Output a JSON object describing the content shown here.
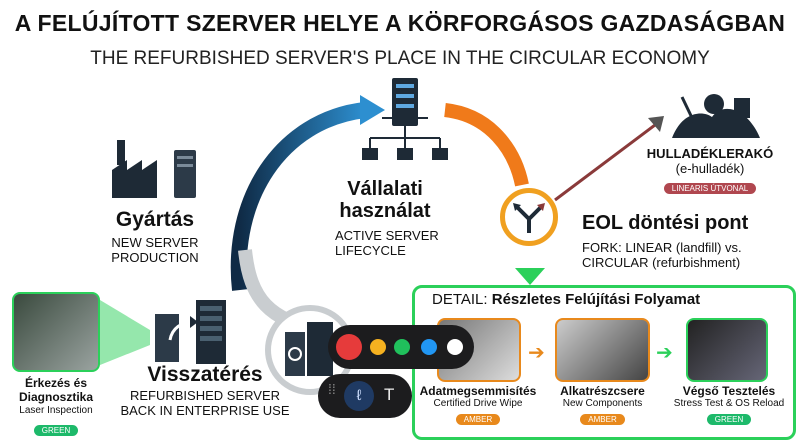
{
  "title": "A FELÚJÍTOTT SZERVER HELYE A KÖRFORGÁSOS GAZDASÁGBAN",
  "subtitle": "THE REFURBISHED SERVER'S PLACE IN THE CIRCULAR ECONOMY",
  "stages": {
    "production": {
      "title": "Gyártás",
      "line1": "NEW SERVER",
      "line2": "PRODUCTION"
    },
    "usage": {
      "title1": "Vállalati",
      "title2": "használat",
      "line1": "ACTIVE SERVER",
      "line2": "LIFECYCLE"
    },
    "eol": {
      "title": "EOL döntési pont",
      "line1": "FORK: LINEAR (landfill) vs.",
      "line2": "CIRCULAR (refurbishment)"
    },
    "landfill": {
      "title": "HULLADÉKLERAKÓ",
      "subtitle": "(e-hulladék)",
      "badge": "LINEARIS ÚTVONAL"
    },
    "return": {
      "title": "Visszatérés",
      "line1": "REFURBISHED SERVER",
      "line2": "BACK IN ENTERPRISE USE"
    },
    "arrival": {
      "title1": "Érkezés és",
      "title2": "Diagnosztika",
      "line": "Laser Inspection",
      "badge": "GREEN"
    }
  },
  "detail": {
    "prefix": "DETAIL:",
    "title": "Részletes Felújítási Folyamat",
    "steps": [
      {
        "title": "Adatmegsemmisítés",
        "line": "Certified Drive Wipe",
        "badge": "AMBER"
      },
      {
        "title": "Alkatrészcsere",
        "line": "New Components",
        "badge": "AMBER"
      },
      {
        "title": "Végső Tesztelés",
        "line": "Stress Test & OS Reload",
        "badge": "GREEN"
      }
    ]
  },
  "colors": {
    "green": "#1db96a",
    "amber": "#e8891c",
    "red_badge": "#b0474f",
    "toolbar": "#1c1c1e"
  },
  "toolbar": {
    "colors": [
      "#e63b3b",
      "#f5b120",
      "#20c05c",
      "#2196f3",
      "#ffffff"
    ],
    "tools": [
      "drag-handle",
      "pen",
      "text"
    ],
    "text_tool": "T"
  }
}
